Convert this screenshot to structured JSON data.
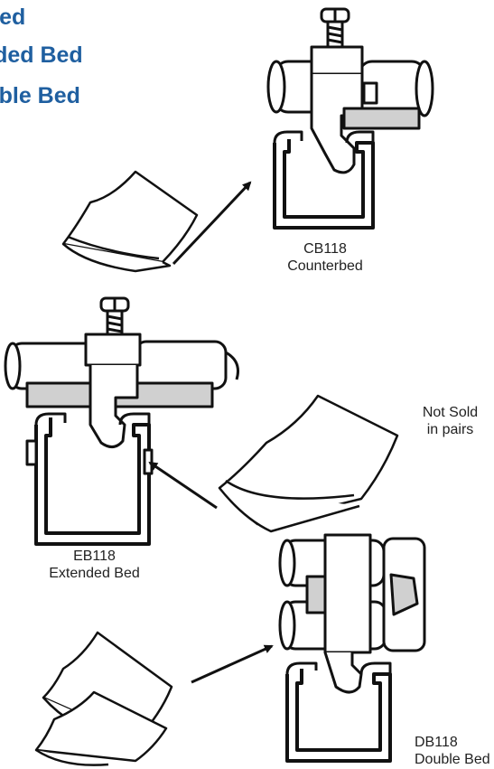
{
  "heading": {
    "lines": [
      "Counterbed",
      "Extended Bed",
      "Double Bed"
    ]
  },
  "captions": {
    "counterbed": {
      "code": "CB118",
      "name": "Counterbed"
    },
    "extended": {
      "code": "EB118",
      "name": "Extended Bed"
    },
    "double": {
      "code": "DB118",
      "name": "Double Bed"
    },
    "note": {
      "line1": "Not Sold",
      "line2": "in pairs"
    }
  },
  "colors": {
    "heading": "#1f5fa0",
    "ink": "#111111",
    "shade": "#d0d0d0"
  }
}
